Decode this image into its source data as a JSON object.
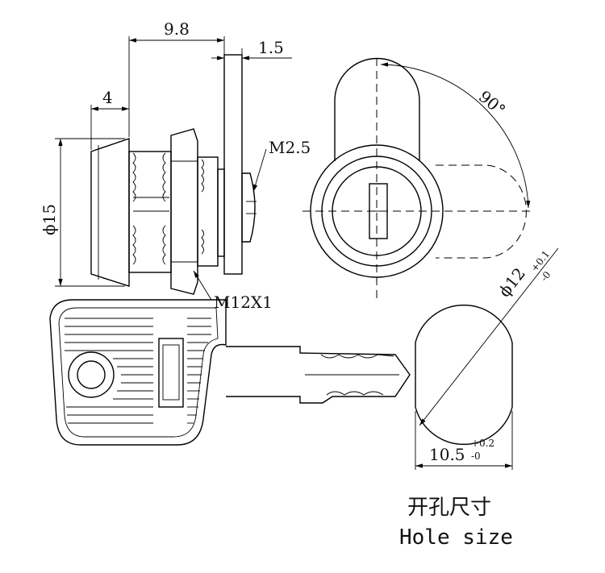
{
  "dimensions": {
    "cam_offset": "9.8",
    "cam_thickness": "1.5",
    "cap_depth": "4",
    "screw": "M2.5",
    "cap_diameter": "ϕ15",
    "thread": "M12X1",
    "rotation": "90°",
    "hole_diameter": "ϕ12",
    "hole_diameter_tol_upper": "+0.1",
    "hole_diameter_tol_lower": "-0",
    "hole_width": "10.5",
    "hole_width_tol_upper": "+0.2",
    "hole_width_tol_lower": "-0"
  },
  "caption": {
    "chinese": "开孔尺寸",
    "english": "Hole size"
  }
}
